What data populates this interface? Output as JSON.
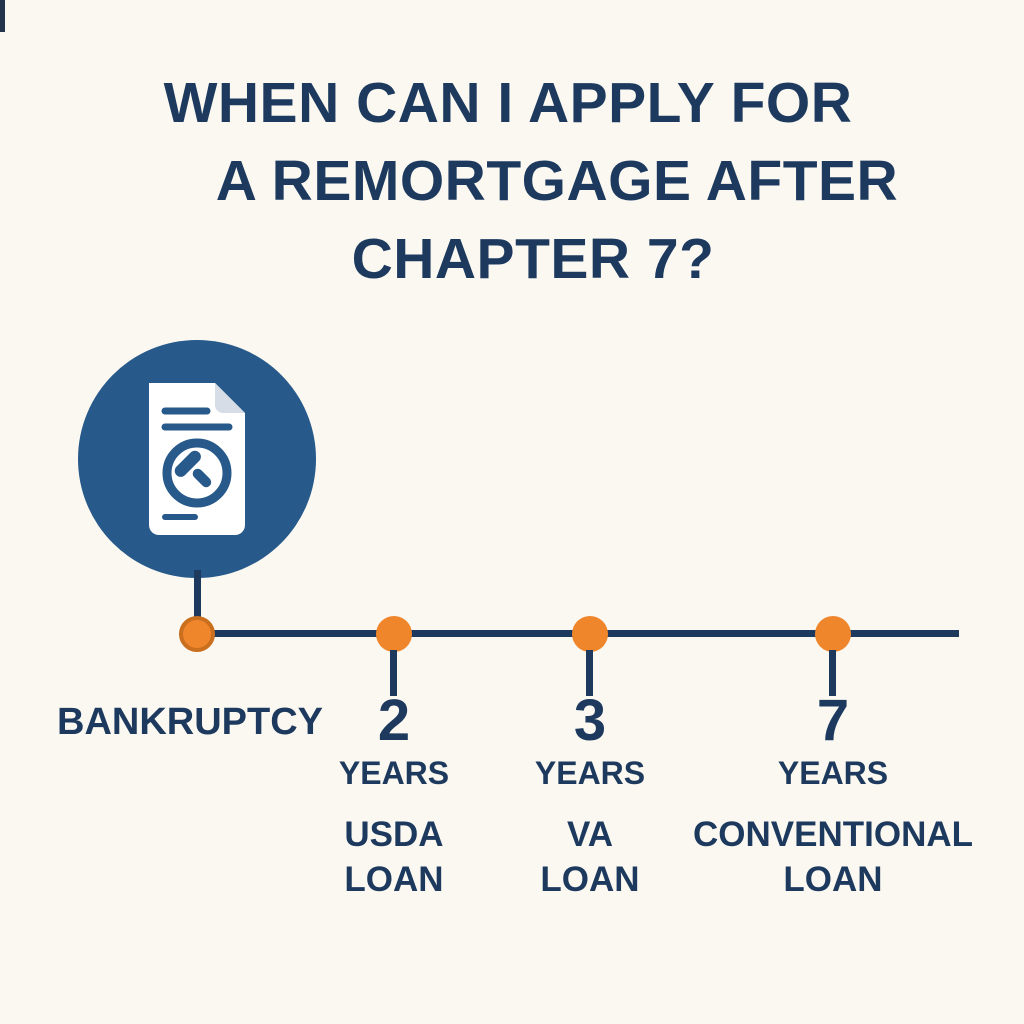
{
  "title": {
    "line1": "WHEN CAN I APPLY FOR",
    "line2": "A REMORTGAGE AFTER",
    "line3": "CHAPTER 7?"
  },
  "timeline": {
    "start_label": "BANKRUPTCY",
    "milestones": [
      {
        "number": "2",
        "unit": "YEARS",
        "loan_line1": "USDA",
        "loan_line2": "LOAN"
      },
      {
        "number": "3",
        "unit": "YEARS",
        "loan_line1": "VA",
        "loan_line2": "LOAN"
      },
      {
        "number": "7",
        "unit": "YEARS",
        "loan_line1": "CONVENTIONAL",
        "loan_line2": "LOAN"
      }
    ]
  },
  "icons": {
    "bankruptcy_icon": "document-with-gavel"
  },
  "colors": {
    "navy": "#1d3a5e",
    "blue": "#27598a",
    "orange": "#f0862c",
    "orange_dark": "#c96f1e",
    "bg": "#faf8f1"
  }
}
